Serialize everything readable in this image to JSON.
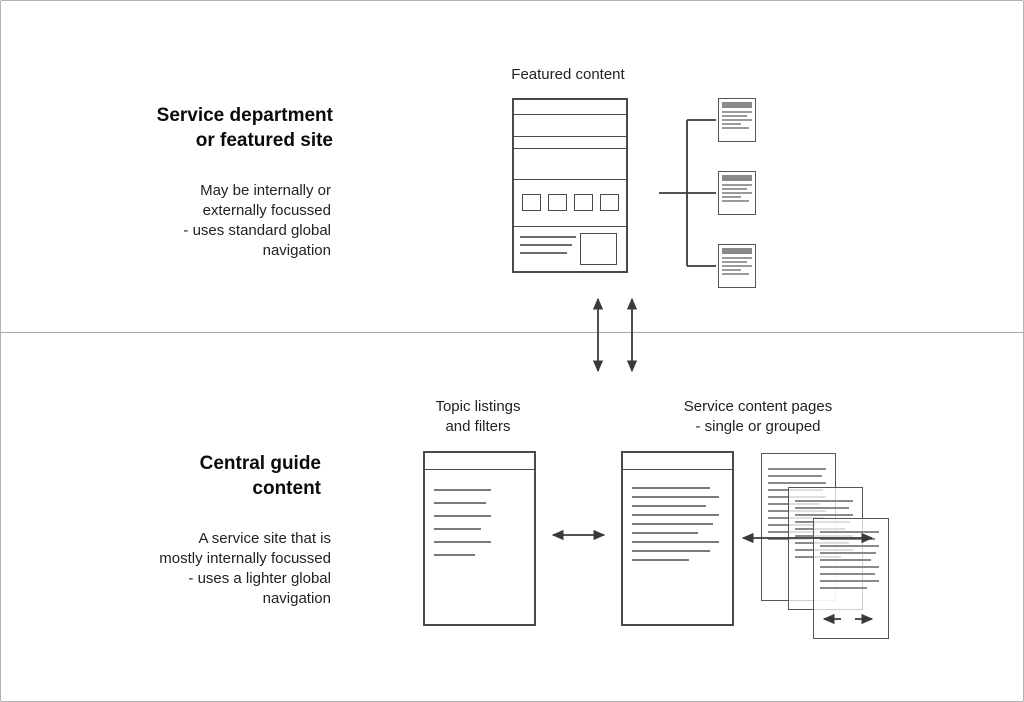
{
  "palette": {
    "arrow": "#3a3a3a",
    "wireframe_border": "#4a4a4a",
    "divider": "#a8a8a8",
    "canvas_border": "#b3b3b3",
    "text": "#1a1a1a"
  },
  "top_section": {
    "heading": "Service department\nor featured site",
    "description": "May be internally or\nexternally focussed\n- uses standard global\nnavigation",
    "featured_label": "Featured content"
  },
  "bottom_section": {
    "heading": "Central guide\ncontent",
    "description": "A service site that is\nmostly internally focussed\n- uses a lighter global\nnavigation",
    "topic_label": "Topic listings\nand filters",
    "service_label": "Service content pages\n- single or grouped"
  }
}
